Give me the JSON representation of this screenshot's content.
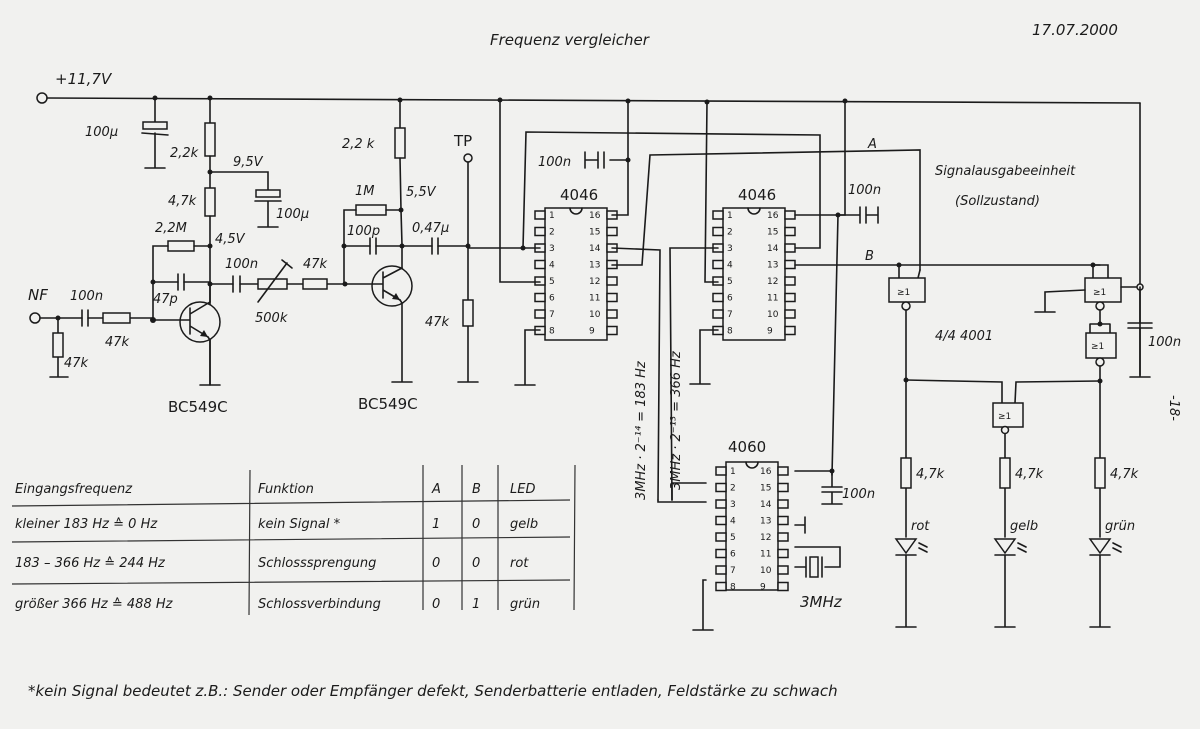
{
  "title": "Frequenz vergleicher",
  "date": "17.07.2000",
  "page_number": "-18-",
  "supply": {
    "label": "+11,7V",
    "input_label": "NF",
    "testpoint_label": "TP"
  },
  "amplifier": {
    "c_supply": "100µ",
    "r1": "2,2k",
    "node_95": "9,5V",
    "c_95": "100µ",
    "r2": "4,7k",
    "rfb": "2,2M",
    "node_45": "4,5V",
    "c_in": "100n",
    "r_in": "47k",
    "r_gnd": "47k",
    "c_fb1": "47p",
    "c_cpl": "100n",
    "pot": "500k",
    "r_ser": "47k",
    "t1": "BC549C",
    "r_c2": "2,2 k",
    "node_55": "5,5V",
    "r_fb2": "1M",
    "c_fb2": "100p",
    "c_out": "0,47µ",
    "r_tp": "47k",
    "t2": "BC549C"
  },
  "ics": {
    "pll1": {
      "name": "4046",
      "cap": "100n"
    },
    "pll2": {
      "name": "4046",
      "cap": "100n"
    },
    "counter": {
      "name": "4060",
      "cap": "100n",
      "crystal": "3MHz"
    },
    "pins_left": [
      "1",
      "2",
      "3",
      "4",
      "5",
      "6",
      "7",
      "8"
    ],
    "pins_right": [
      "16",
      "15",
      "14",
      "13",
      "12",
      "11",
      "10",
      "9"
    ]
  },
  "freq_notes": {
    "f183": "3MHz · 2⁻¹⁴ = 183 Hz",
    "f366": "3MHz · 2⁻¹³ = 366 Hz"
  },
  "output_unit": {
    "title": "Signalausgabeeinheit",
    "subtitle": "(Sollzustand)",
    "line_a": "A",
    "line_b": "B",
    "gate_label": "≥1",
    "gates_chip": "4/4 4001",
    "cap": "100n",
    "resistor": "4,7k",
    "leds": [
      "rot",
      "gelb",
      "grün"
    ]
  },
  "table": {
    "headers": [
      "Eingangsfrequenz",
      "Funktion",
      "A",
      "B",
      "LED"
    ],
    "rows": [
      [
        "kleiner 183 Hz ≙ 0 Hz",
        "kein Signal *",
        "1",
        "0",
        "gelb"
      ],
      [
        "183 – 366 Hz   ≙ 244 Hz",
        "Schlosssprengung",
        "0",
        "0",
        "rot"
      ],
      [
        "größer 366 Hz ≙ 488 Hz",
        "Schlossverbindung",
        "0",
        "1",
        "grün"
      ]
    ]
  },
  "footnote": "*kein Signal bedeutet z.B.: Sender oder Empfänger defekt, Senderbatterie entladen, Feldstärke zu schwach"
}
